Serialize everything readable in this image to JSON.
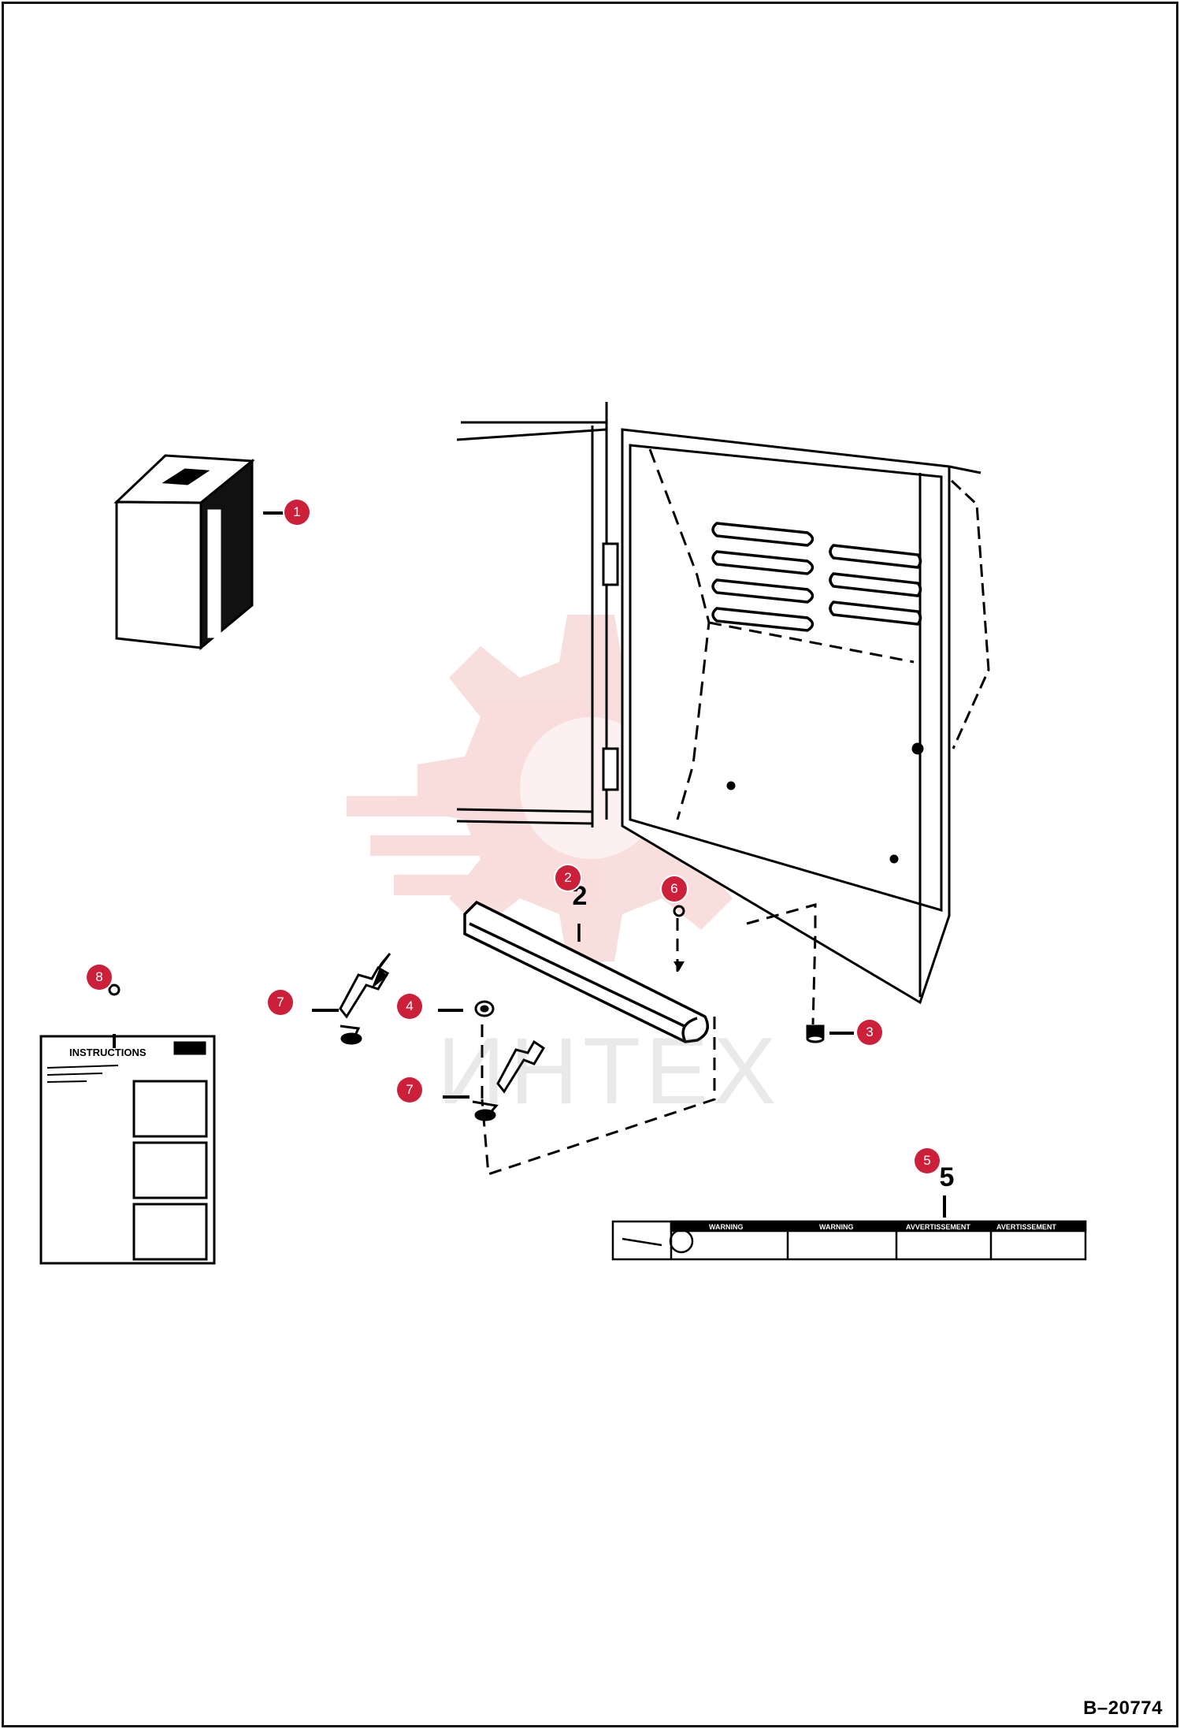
{
  "diagram_id": "B–20774",
  "watermark_text": "ИНТЕХ",
  "badge_color": "#cc1f3a",
  "callouts": [
    {
      "name": "callout-1",
      "label": "1"
    },
    {
      "name": "callout-2",
      "label": "2"
    },
    {
      "name": "callout-3",
      "label": "3"
    },
    {
      "name": "callout-4",
      "label": "4"
    },
    {
      "name": "callout-5",
      "label": "5"
    },
    {
      "name": "callout-6",
      "label": "6"
    },
    {
      "name": "callout-7a",
      "label": "7"
    },
    {
      "name": "callout-7b",
      "label": "7"
    },
    {
      "name": "callout-8",
      "label": "8"
    }
  ],
  "part_numbers": {
    "p2": "2",
    "p5": "5"
  },
  "instructions_card": {
    "title": "INSTRUCTIONS"
  },
  "decal": {
    "headings": [
      "WARNING",
      "WARNING",
      "AVVERTISSEMENT",
      "AVERTISSEMENT"
    ]
  }
}
